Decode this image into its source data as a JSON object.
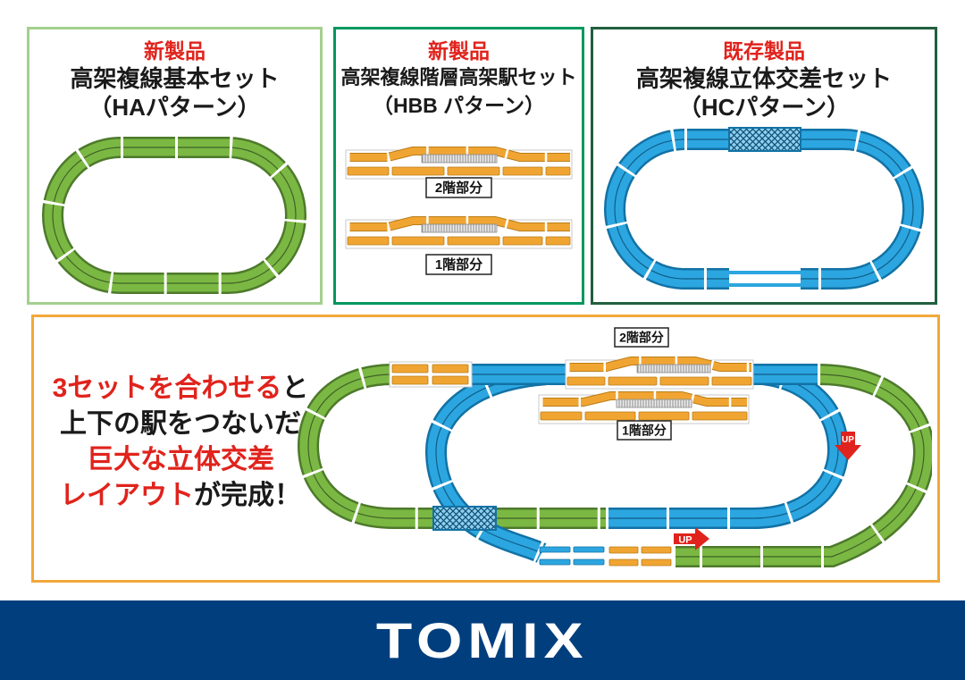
{
  "panels": {
    "ha": {
      "badge": "新製品",
      "title": "高架複線基本セット",
      "subtitle": "（HAパターン）"
    },
    "hbb": {
      "badge": "新製品",
      "title": "高架複線階層高架駅セット",
      "subtitle": "（HBB パターン）",
      "upper_label": "2階部分",
      "lower_label": "1階部分"
    },
    "hc": {
      "badge": "既存製品",
      "title": "高架複線立体交差セット",
      "subtitle": "（HCパターン）"
    }
  },
  "combo": {
    "headline": {
      "line1_red": "3セットを合わせる",
      "line1_black": "と",
      "line2": "上下の駅をつないだ",
      "line3": "巨大な立体交差",
      "line4_red": "レイアウト",
      "line4_black": "が完成！"
    },
    "upper_label": "2階部分",
    "lower_label": "1階部分",
    "up_label_1": "UP",
    "up_label_2": "UP"
  },
  "footer": {
    "logo": "TOMIX"
  },
  "colors": {
    "accent_red": "#e0231c",
    "track_green": "#7bb843",
    "track_green_outline": "#4d7a2b",
    "track_blue": "#2ca6e0",
    "track_blue_outline": "#1272a5",
    "track_orange": "#f0a532",
    "track_orange_outline": "#bb7d17",
    "border_ha": "#a4cf8e",
    "border_hbb": "#00985f",
    "border_hc": "#215f3f",
    "border_combo": "#f1a83b",
    "footer_blue": "#013e7d"
  }
}
